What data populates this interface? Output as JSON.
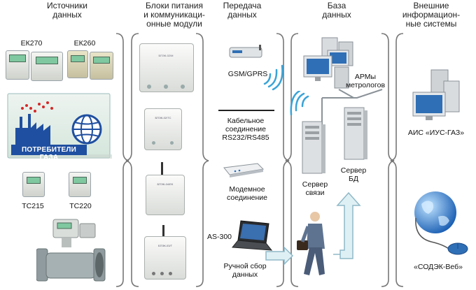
{
  "headers": {
    "sources": "Источники\nданных",
    "power": "Блоки питания\nи коммуникаци-\nонные модули",
    "transfer": "Передача\nданных",
    "database": "База\nданных",
    "external": "Внешние\nинформацион-\nные  системы"
  },
  "sources": {
    "ek270": "ЕК270",
    "ek260": "ЕК260",
    "consumers": "ПОТРЕБИТЕЛИ ГАЗА",
    "tc215": "ТС215",
    "tc220": "ТС220"
  },
  "modules": {
    "m1": "БПЭК-02/М",
    "m2": "БПЭК-02/ТС",
    "m3": "БПЭК-04/EK",
    "m4": "БПЭК-03/Т"
  },
  "transfer": {
    "gsm": "GSM/GPRS",
    "cable": "Кабельное\nсоединение\nRS232/RS485",
    "modem": "Модемное\nсоединение",
    "as300": "AS-300",
    "manual": "Ручной сбор\nданных"
  },
  "database": {
    "arm": "АРМы\nметрологов",
    "server_comm": "Сервер\nсвязи",
    "server_db": "Сервер\nБД"
  },
  "external": {
    "ais": "АИС «ИУС-ГАЗ»",
    "sodek": "«СОДЭК-Веб»"
  },
  "colors": {
    "accent_blue": "#2f6fb5",
    "consumer_blue": "#1f4fa0",
    "arrow_fill": "#dff0f4",
    "arrow_stroke": "#8fb8c8",
    "bracket": "#777777"
  }
}
